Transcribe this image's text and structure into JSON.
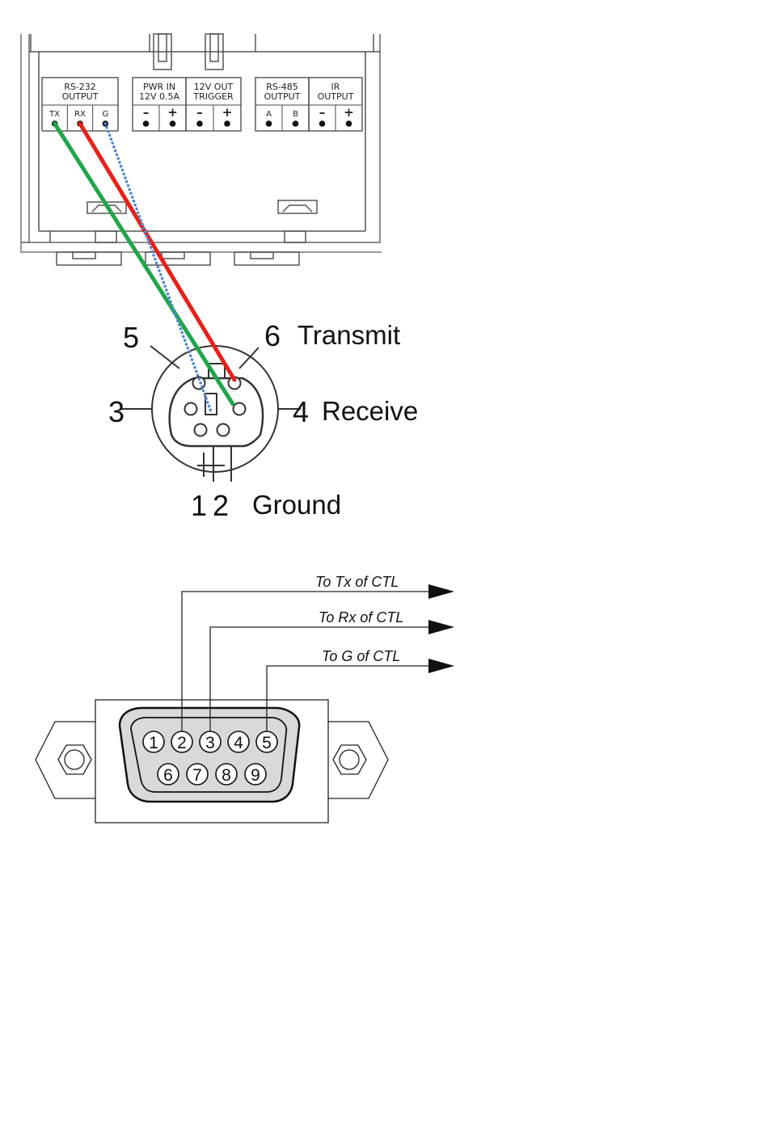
{
  "terminal_panel": {
    "groups": [
      {
        "title": "RS-232\nOUTPUT",
        "terminals": [
          "TX",
          "RX",
          "G"
        ]
      },
      {
        "title": "PWR IN\n12V 0.5A",
        "terminals": [
          "–",
          "+"
        ]
      },
      {
        "title": "12V OUT\nTRIGGER",
        "terminals": [
          "–",
          "+"
        ]
      },
      {
        "title": "RS-485\nOUTPUT",
        "terminals": [
          "A",
          "B"
        ]
      },
      {
        "title": "IR\nOUTPUT",
        "terminals": [
          "–",
          "+"
        ]
      }
    ]
  },
  "wires": [
    {
      "from": "TX",
      "to_pin": "4",
      "color": "#1fa64a",
      "style": "solid"
    },
    {
      "from": "RX",
      "to_pin": "6",
      "color": "#e8201a",
      "style": "solid"
    },
    {
      "from": "G",
      "to_pin": "1",
      "color": "#4a86d6",
      "style": "dotted"
    }
  ],
  "mini_din": {
    "pins": [
      {
        "number": "5",
        "label": ""
      },
      {
        "number": "6",
        "label": "Transmit"
      },
      {
        "number": "3",
        "label": ""
      },
      {
        "number": "4",
        "label": "Receive"
      },
      {
        "number": "1",
        "label": ""
      },
      {
        "number": "2",
        "label": "Ground"
      }
    ]
  },
  "db9": {
    "top_row": [
      "1",
      "2",
      "3",
      "4",
      "5"
    ],
    "bottom_row": [
      "6",
      "7",
      "8",
      "9"
    ],
    "leads": [
      {
        "pin": "2",
        "label": "To Tx of CTL"
      },
      {
        "pin": "3",
        "label": "To Rx of CTL"
      },
      {
        "pin": "5",
        "label": "To G of CTL"
      }
    ]
  }
}
